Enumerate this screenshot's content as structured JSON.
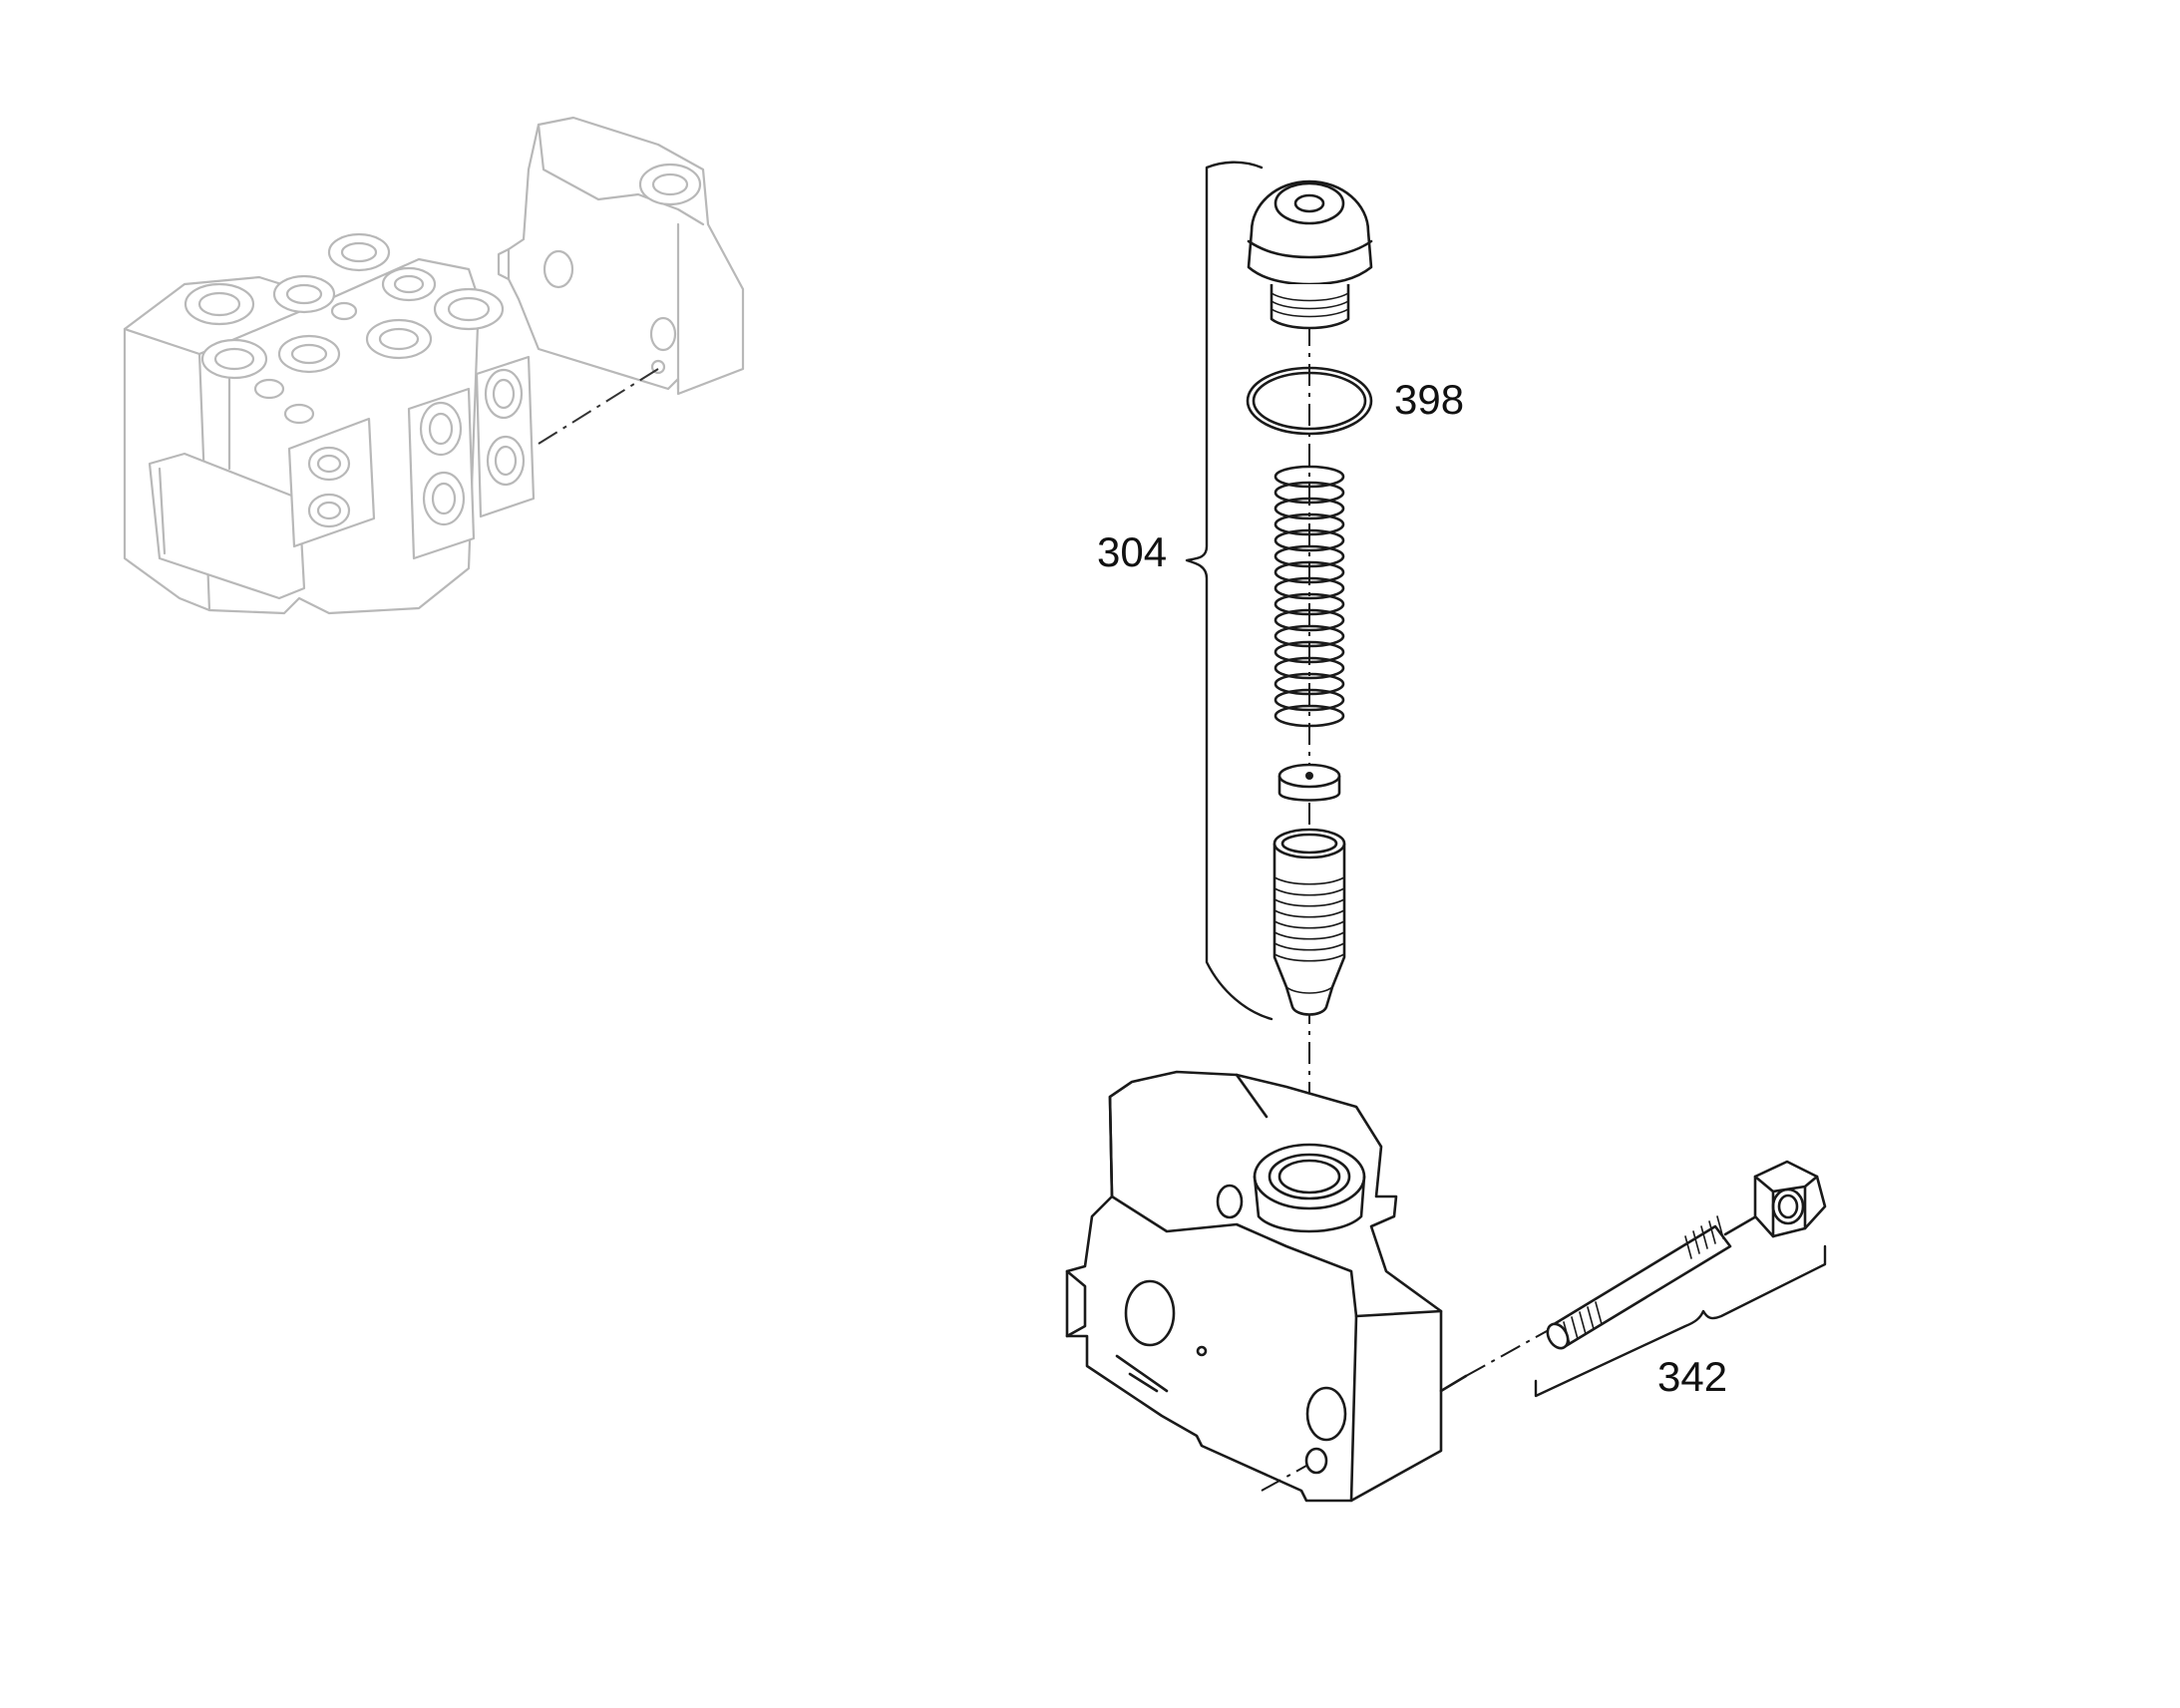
{
  "callouts": {
    "c304": "304",
    "c398": "398",
    "c342": "342"
  },
  "colors": {
    "line": "#1a1a1a",
    "context": "#b8b8b8",
    "background": "#ffffff"
  }
}
